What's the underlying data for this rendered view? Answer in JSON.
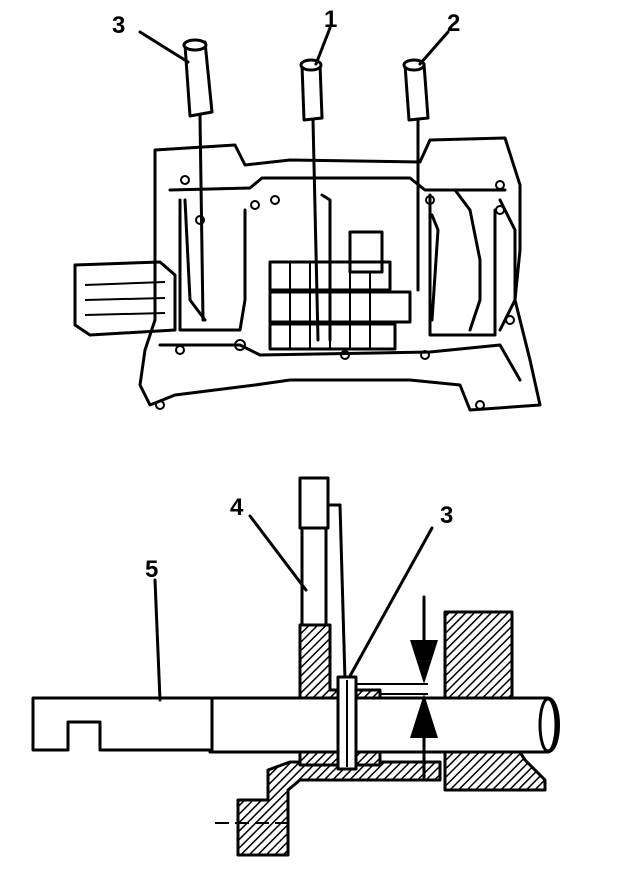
{
  "top_view": {
    "callouts": [
      {
        "id": "rod-3",
        "text": "3"
      },
      {
        "id": "rod-1",
        "text": "1"
      },
      {
        "id": "rod-2",
        "text": "2"
      }
    ]
  },
  "section_view": {
    "callouts": [
      {
        "id": "tool",
        "text": "4"
      },
      {
        "id": "pin",
        "text": "3"
      },
      {
        "id": "rail",
        "text": "5"
      }
    ]
  }
}
